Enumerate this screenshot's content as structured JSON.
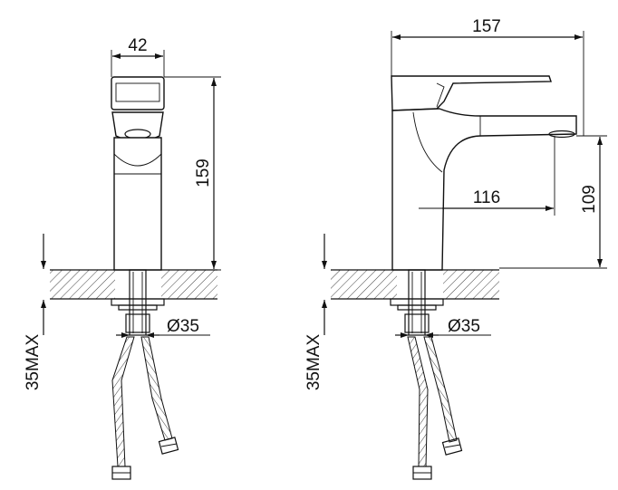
{
  "front_view": {
    "width_label": "42",
    "height_label": "159",
    "hole_label": "Ø35",
    "max_label": "35MAX"
  },
  "side_view": {
    "width_label": "157",
    "reach_label": "116",
    "spout_height_label": "109",
    "hole_label": "Ø35",
    "max_label": "35MAX"
  },
  "colors": {
    "line": "#111111",
    "background": "#ffffff"
  }
}
